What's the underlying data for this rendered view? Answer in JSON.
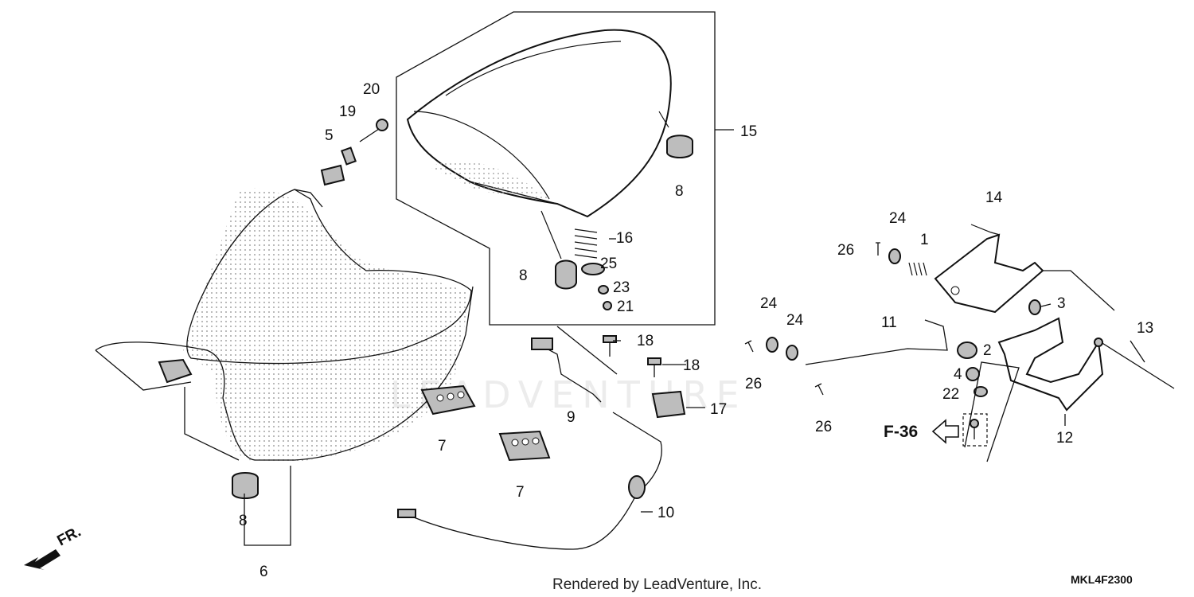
{
  "diagram": {
    "watermark": "LEADVENTURE",
    "credit": "Rendered by LeadVenture, Inc.",
    "diagram_code": "MKL4F2300",
    "reference": "F-36",
    "front_marker": "FR.",
    "callouts": {
      "c1": "1",
      "c2": "2",
      "c3": "3",
      "c4": "4",
      "c5": "5",
      "c6": "6",
      "c7a": "7",
      "c7b": "7",
      "c8a": "8",
      "c8b": "8",
      "c8c": "8",
      "c9": "9",
      "c10": "10",
      "c11": "11",
      "c12": "12",
      "c13": "13",
      "c14": "14",
      "c15": "15",
      "c16": "16",
      "c17": "17",
      "c18a": "18",
      "c18b": "18",
      "c19": "19",
      "c20": "20",
      "c21": "21",
      "c22": "22",
      "c23": "23",
      "c24a": "24",
      "c24b": "24",
      "c24c": "24",
      "c25": "25",
      "c26a": "26",
      "c26b": "26",
      "c26c": "26"
    }
  }
}
